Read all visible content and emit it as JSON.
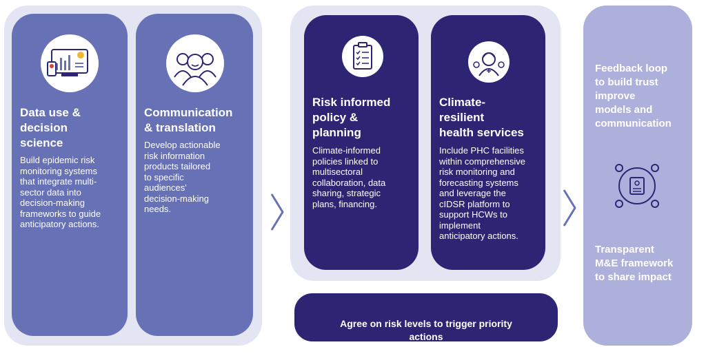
{
  "cards": [
    {
      "title": "Data use &\ndecision\nscience",
      "body": "Build epidemic risk\nmonitoring systems\nthat integrate multi-\nsector data into\ndecision-making\nframeworks to guide\nanticipatory actions.",
      "icon": "dashboard-monitor-icon"
    },
    {
      "title": "Communication\n& translation",
      "body": "Develop actionable\nrisk information\nproducts tailored\nto specific\naudiences'\ndecision-making\nneeds.",
      "icon": "people-group-icon"
    },
    {
      "title": "Risk informed\npolicy &\nplanning",
      "body": "Climate-informed\npolicies linked to\nmultisectoral\ncollaboration, data\nsharing, strategic\nplans, financing.",
      "icon": "clipboard-checklist-icon"
    },
    {
      "title": "Climate-\nresilient\nhealth  services",
      "body": "Include PHC facilities\nwithin comprehensive\nrisk monitoring and\nforecasting systems\nand leverage the\ncIDSR platform to\nsupport HCWs to\nimplement\nanticipatory actions.",
      "icon": "health-worker-icon"
    }
  ],
  "pill": {
    "text": "Agree on risk levels to trigger priority\nactions"
  },
  "right_panel": {
    "top_text": "Feedback loop\nto build trust\nimprove\nmodels and\ncommunication",
    "bottom_text": "Transparent\nM&E framework\nto share impact",
    "icon": "team-document-cycle-icon"
  },
  "colors": {
    "light_card": "#6771b6",
    "dark_card": "#2d2474",
    "group_bg": "#e4e5f3",
    "right_panel": "#adb0da"
  }
}
